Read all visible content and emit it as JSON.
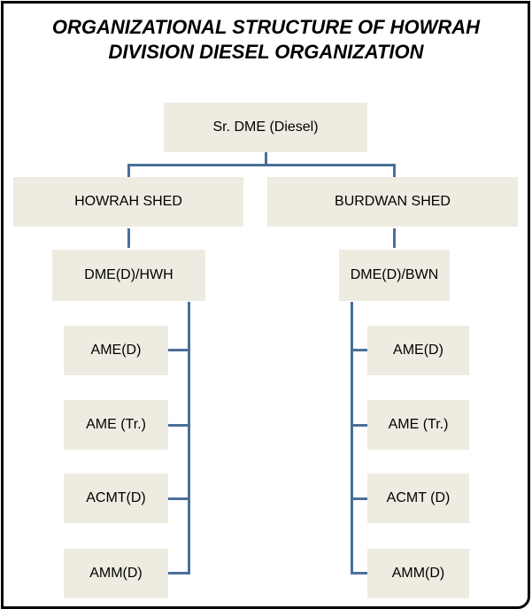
{
  "title": {
    "line1": "ORGANIZATIONAL STRUCTURE OF HOWRAH",
    "line2": "DIVISION DIESEL ORGANIZATION"
  },
  "root": "Sr. DME (Diesel)",
  "sheds": [
    {
      "name": "HOWRAH SHED",
      "head": "DME(D)/HWH",
      "staff": [
        "AME(D)",
        "AME (Tr.)",
        "ACMT(D)",
        "AMM(D)"
      ]
    },
    {
      "name": "BURDWAN SHED",
      "head": "DME(D)/BWN",
      "staff": [
        "AME(D)",
        "AME (Tr.)",
        "ACMT (D)",
        "AMM(D)"
      ]
    }
  ],
  "colors": {
    "box": "#eeece1",
    "connector": "#4a6f98",
    "border": "#000000"
  }
}
